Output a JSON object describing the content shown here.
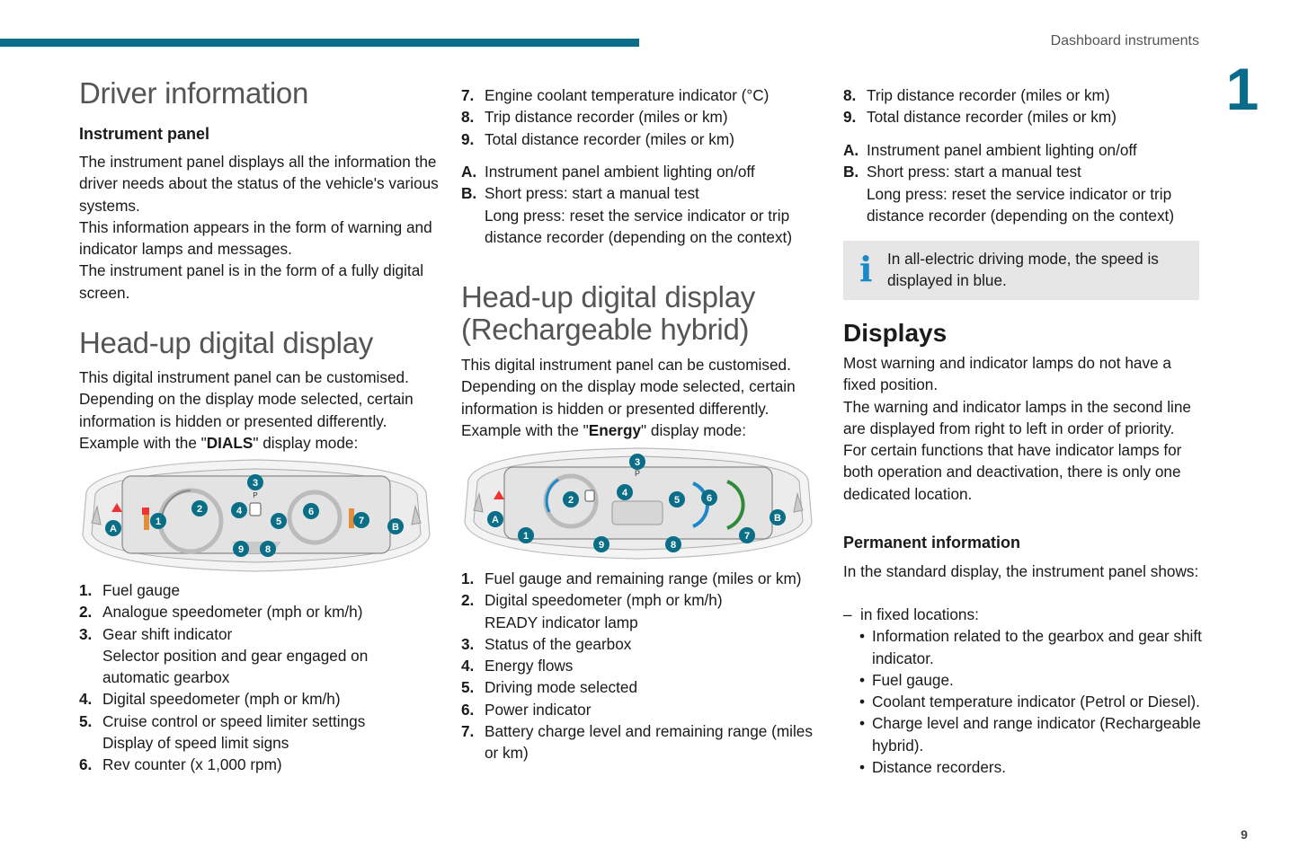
{
  "header": {
    "section_name": "Dashboard instruments",
    "chapter_number": "1",
    "page_number": "9"
  },
  "col1": {
    "title": "Driver information",
    "subheading": "Instrument panel",
    "intro": "The instrument panel displays all the information the driver needs about the status of the vehicle's various systems.\nThis information appears in the form of warning and indicator lamps and messages.\nThe instrument panel is in the form of a fully digital screen.",
    "hud_title": "Head-up digital display",
    "hud_p1": "This digital instrument panel can be customised.",
    "hud_p2": "Depending on the display mode selected, certain information is hidden or presented differently.",
    "hud_p3_prefix": "Example with the \"",
    "hud_p3_mode": "DIALS",
    "hud_p3_suffix": "\" display mode:",
    "list": [
      {
        "n": "1.",
        "t": "Fuel gauge"
      },
      {
        "n": "2.",
        "t": "Analogue speedometer (mph or km/h)"
      },
      {
        "n": "3.",
        "t": "Gear shift indicator\nSelector position and gear engaged on automatic gearbox"
      },
      {
        "n": "4.",
        "t": "Digital speedometer (mph or km/h)"
      },
      {
        "n": "5.",
        "t": "Cruise control or speed limiter settings\nDisplay of speed limit signs"
      },
      {
        "n": "6.",
        "t": "Rev counter (x 1,000 rpm)"
      }
    ]
  },
  "col2": {
    "list_top": [
      {
        "n": "7.",
        "t": "Engine coolant temperature indicator (°C)"
      },
      {
        "n": "8.",
        "t": "Trip distance recorder (miles or km)"
      },
      {
        "n": "9.",
        "t": "Total distance recorder (miles or km)"
      }
    ],
    "list_ab": [
      {
        "n": "A.",
        "t": "Instrument panel ambient lighting on/off"
      },
      {
        "n": "B.",
        "t": "Short press: start a manual test\nLong press: reset the service indicator or trip distance recorder (depending on the context)"
      }
    ],
    "hybrid_title_l1": "Head-up digital display",
    "hybrid_title_l2": "(Rechargeable hybrid)",
    "hybrid_p1": "This digital instrument panel can be customised.",
    "hybrid_p2": "Depending on the display mode selected, certain information is hidden or presented differently.",
    "hybrid_p3_prefix": "Example with the \"",
    "hybrid_p3_mode": "Energy",
    "hybrid_p3_suffix": "\" display mode:",
    "list_bottom": [
      {
        "n": "1.",
        "t": "Fuel gauge and remaining range (miles or km)"
      },
      {
        "n": "2.",
        "t": "Digital speedometer (mph or km/h)\nREADY indicator lamp"
      },
      {
        "n": "3.",
        "t": "Status of the gearbox"
      },
      {
        "n": "4.",
        "t": "Energy flows"
      },
      {
        "n": "5.",
        "t": "Driving mode selected"
      },
      {
        "n": "6.",
        "t": "Power indicator"
      },
      {
        "n": "7.",
        "t": "Battery charge level and remaining range (miles or km)"
      }
    ]
  },
  "col3": {
    "list_top": [
      {
        "n": "8.",
        "t": "Trip distance recorder (miles or km)"
      },
      {
        "n": "9.",
        "t": "Total distance recorder (miles or km)"
      }
    ],
    "list_ab": [
      {
        "n": "A.",
        "t": "Instrument panel ambient lighting on/off"
      },
      {
        "n": "B.",
        "t": "Short press: start a manual test\nLong press: reset the service indicator or trip distance recorder (depending on the context)"
      }
    ],
    "info_text": "In all-electric driving mode, the speed is displayed in blue.",
    "displays_title": "Displays",
    "displays_p": "Most warning and indicator lamps do not have a fixed position.\nThe warning and indicator lamps in the second line are displayed from right to left in order of priority.\nFor certain functions that have indicator lamps for both operation and deactivation, there is only one dedicated location.",
    "perm_heading": "Permanent information",
    "perm_p": "In the standard display, the instrument panel shows:",
    "dash_label": "in fixed locations:",
    "bullets": [
      "Information related to the gearbox and gear shift indicator.",
      "Fuel gauge.",
      "Coolant temperature indicator (Petrol or Diesel).",
      "Charge level and range indicator (Rechargeable hybrid).",
      "Distance recorders."
    ]
  },
  "figure_callouts": {
    "dials": [
      "1",
      "2",
      "3",
      "4",
      "5",
      "6",
      "7",
      "8",
      "9",
      "A",
      "B"
    ],
    "energy": [
      "1",
      "2",
      "3",
      "4",
      "5",
      "6",
      "7",
      "8",
      "9",
      "A",
      "B"
    ],
    "gear_letter": "P"
  },
  "colors": {
    "accent": "#0b6b8a",
    "callout": "#0a6e86",
    "info_icon": "#1b89c8",
    "info_bg": "#e6e6e6"
  }
}
